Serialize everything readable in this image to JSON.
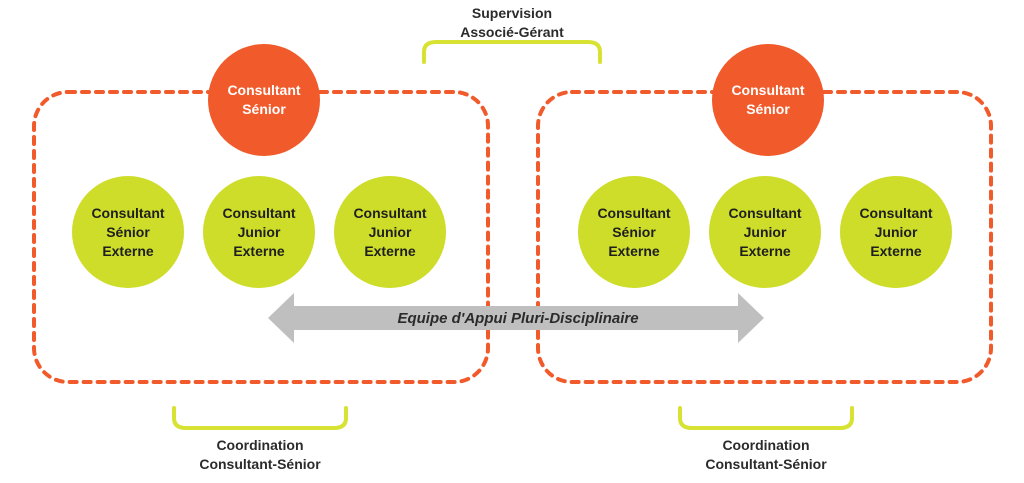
{
  "colors": {
    "orange": "#f15a2b",
    "green": "#cddd2a",
    "arrow": "#bfbfbf",
    "bracket": "#d7e233",
    "text": "#2b2b2b"
  },
  "top_label": {
    "line1": "Supervision",
    "line2": "Associé-Gérant"
  },
  "arrow_label": "Equipe d'Appui Pluri-Disciplinaire",
  "groups": [
    {
      "lead": {
        "line1": "Consultant",
        "line2": "Sénior"
      },
      "members": [
        {
          "line1": "Consultant",
          "line2": "Sénior",
          "line3": "Externe"
        },
        {
          "line1": "Consultant",
          "line2": "Junior",
          "line3": "Externe"
        },
        {
          "line1": "Consultant",
          "line2": "Junior",
          "line3": "Externe"
        }
      ],
      "bottom_label": {
        "line1": "Coordination",
        "line2": "Consultant-Sénior"
      }
    },
    {
      "lead": {
        "line1": "Consultant",
        "line2": "Sénior"
      },
      "members": [
        {
          "line1": "Consultant",
          "line2": "Sénior",
          "line3": "Externe"
        },
        {
          "line1": "Consultant",
          "line2": "Junior",
          "line3": "Externe"
        },
        {
          "line1": "Consultant",
          "line2": "Junior",
          "line3": "Externe"
        }
      ],
      "bottom_label": {
        "line1": "Coordination",
        "line2": "Consultant-Sénior"
      }
    }
  ]
}
